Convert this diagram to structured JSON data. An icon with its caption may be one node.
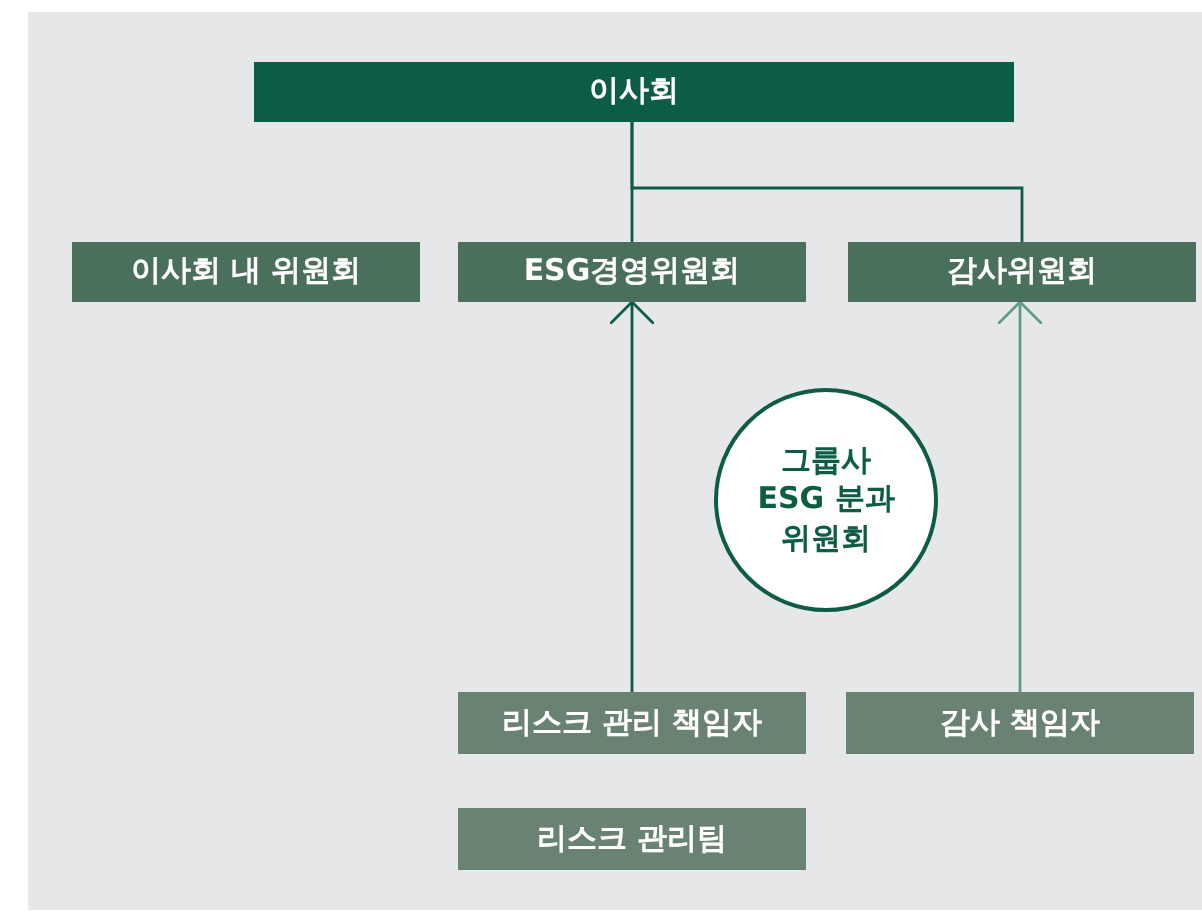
{
  "diagram": {
    "nodes": [
      {
        "text": [
          "이사회"
        ]
      },
      {
        "text": [
          "이사회 내 위원회"
        ]
      },
      {
        "text": [
          "ESG경영위원회"
        ]
      },
      {
        "text": [
          "감사위원회"
        ]
      },
      {
        "text": [
          "그룹사 ESG 분과 위원회"
        ]
      },
      {
        "text": [
          "리스크 관리 책임자"
        ]
      },
      {
        "text": [
          "감사 책임자"
        ]
      },
      {
        "text": [
          "리스크 관리팀"
        ]
      }
    ],
    "edges": [
      {
        "from": 0,
        "to": 2,
        "arrow": "none"
      },
      {
        "from": 0,
        "to": 3,
        "arrow": "none"
      },
      {
        "from": 5,
        "to": 2,
        "arrow": "to"
      },
      {
        "from": 6,
        "to": 3,
        "arrow": "to",
        "color": "#5e9b89"
      }
    ]
  }
}
